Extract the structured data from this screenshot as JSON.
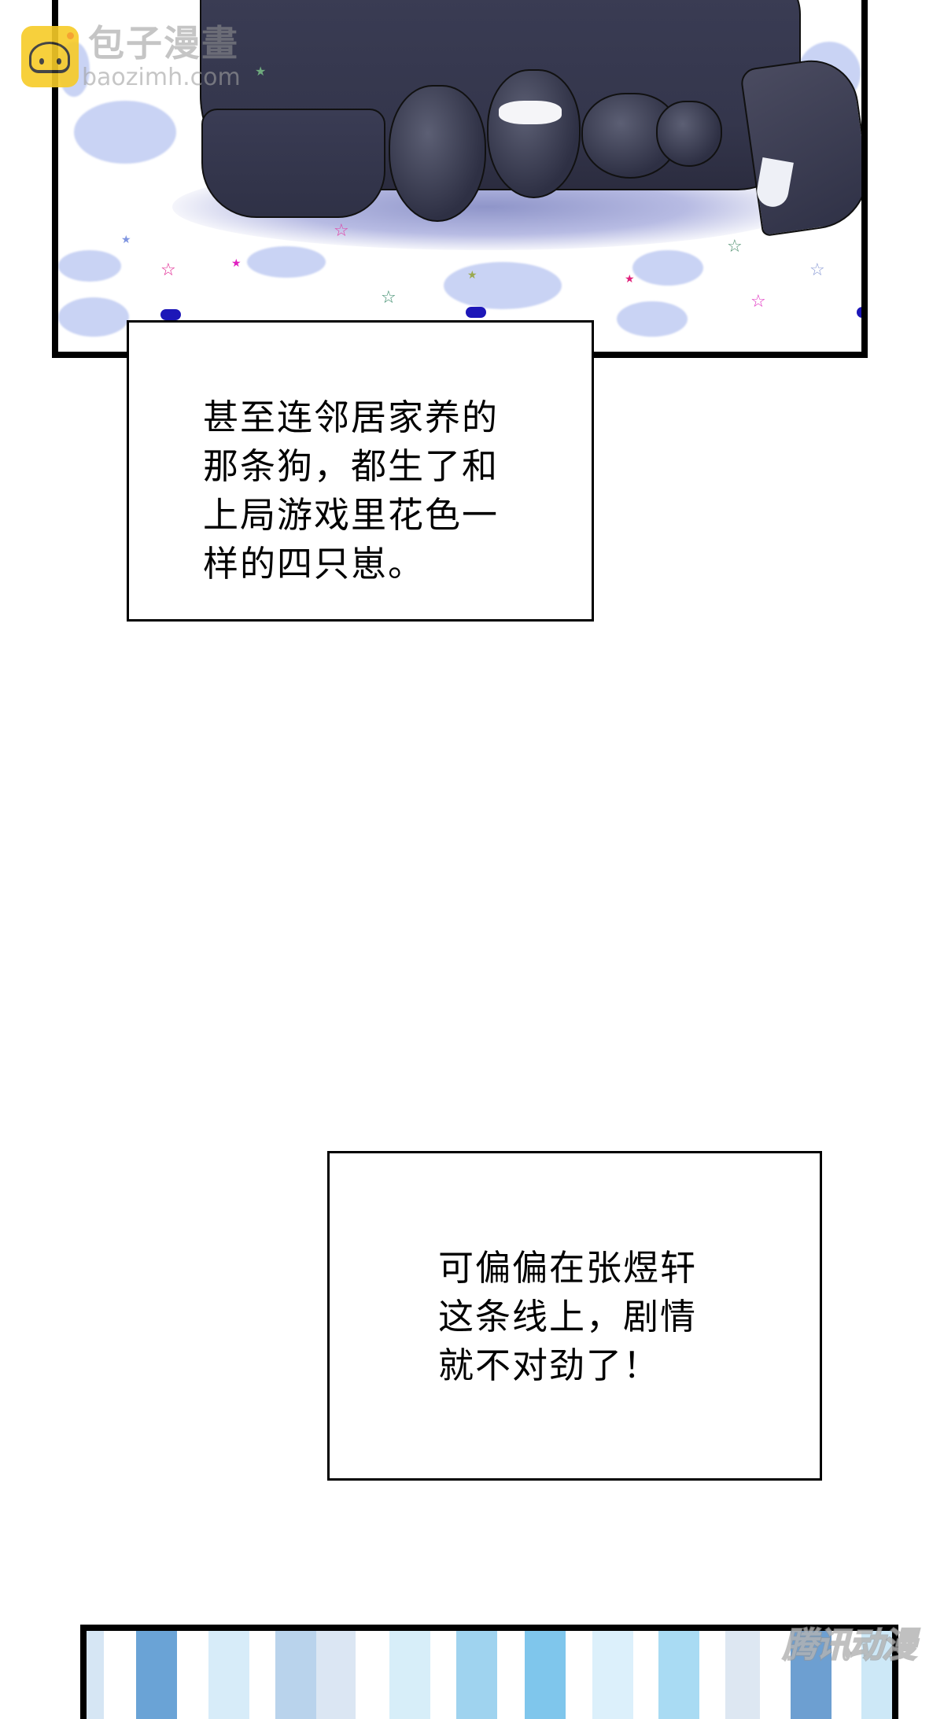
{
  "watermark": {
    "site_name": "包子漫畫",
    "site_url": "baozimh.com",
    "logo_icon": "steamed-bun-icon",
    "corner_mark": "腾讯动漫",
    "logo_color": "#f7cb28"
  },
  "panels": [
    {
      "id": "panel-1",
      "description": "Large dark grey dog lying down with four puppies nursing, on a white background with pale blue clouds and colourful stars",
      "colors": {
        "dog": "#34364c",
        "clouds": "#c9d3f4",
        "border": "#000000"
      }
    },
    {
      "id": "panel-3",
      "description": "Blue watercolour vertical stripes",
      "stripe_colors": [
        "#d6e6f4",
        "#6aa3d6",
        "#d7ecf9",
        "#b9d3ec",
        "#dbe6f3",
        "#d7eef9",
        "#9fd3ef",
        "#7fc6ec",
        "#dcf0fb",
        "#a9dbf3",
        "#dde7f2",
        "#6d9fd1",
        "#cde8f7"
      ]
    }
  ],
  "captions": [
    {
      "id": "caption-1",
      "lines": [
        "甚至连邻居家养的",
        "那条狗，都生了和",
        "上局游戏里花色一",
        "样的四只崽。"
      ]
    },
    {
      "id": "caption-2",
      "lines": [
        "可偏偏在张煜轩",
        "这条线上，剧情",
        "就不对劲了！"
      ]
    }
  ],
  "caption_text": {
    "caption_1": "甚至连邻居家养的\n那条狗，都生了和\n上局游戏里花色一\n样的四只崽。",
    "caption_2": "可偏偏在张煜轩\n这条线上，剧情\n就不对劲了！"
  }
}
